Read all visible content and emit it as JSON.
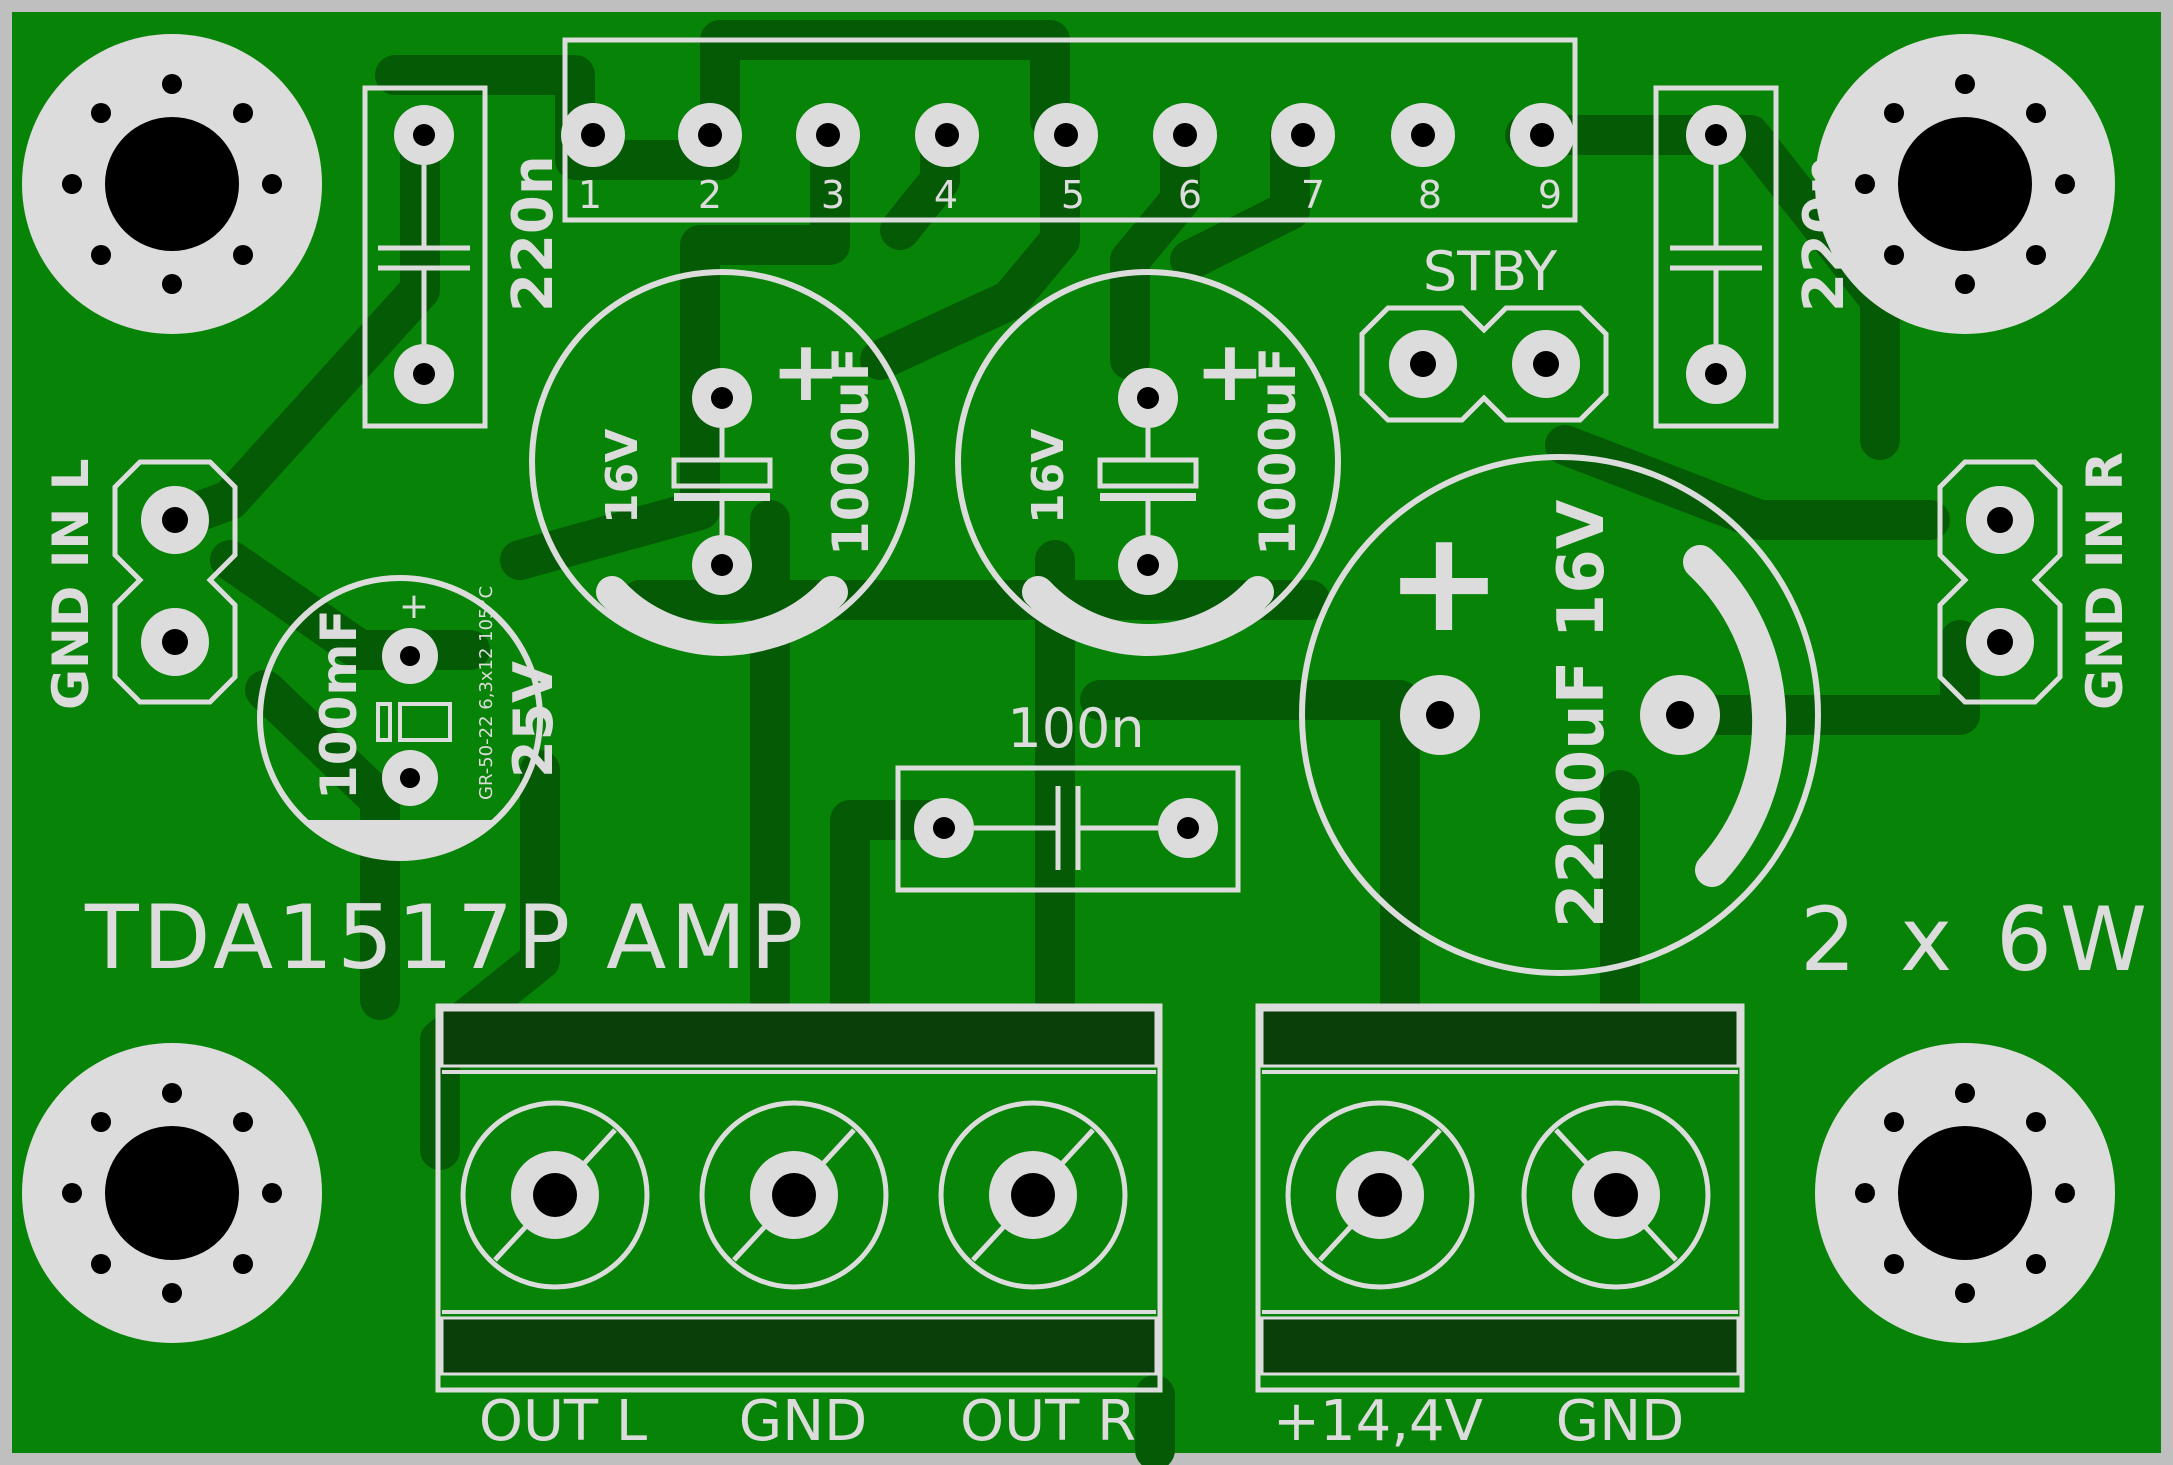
{
  "board": {
    "title": "TDA1517P AMP",
    "power": "2 x 6W"
  },
  "header": {
    "pins": [
      "1",
      "2",
      "3",
      "4",
      "5",
      "6",
      "7",
      "8",
      "9"
    ]
  },
  "components": {
    "cap_left": "220n",
    "cap_right": "220n",
    "cap_mid": "100n",
    "elec1_value": "1000uF",
    "elec1_voltage": "16V",
    "elec2_value": "1000uF",
    "elec2_voltage": "16V",
    "main_cap": "2200uF 16V",
    "small_cap_value": "100mF",
    "small_cap_voltage": "25V",
    "small_cap_part": "GR-50-22 6,3x12 105°C",
    "plus_sign": "+",
    "standby": "STBY"
  },
  "inputs": {
    "left": "GND IN L",
    "right": "GND IN R"
  },
  "outputs": [
    "OUT L",
    "GND",
    "OUT R"
  ],
  "power_terminal": [
    "+14,4V",
    "GND"
  ],
  "colors": {
    "board": "#078307",
    "trace": "#055a05",
    "silk": "#dcdcdc",
    "background": "#bfbfbf",
    "hole": "#000000"
  }
}
